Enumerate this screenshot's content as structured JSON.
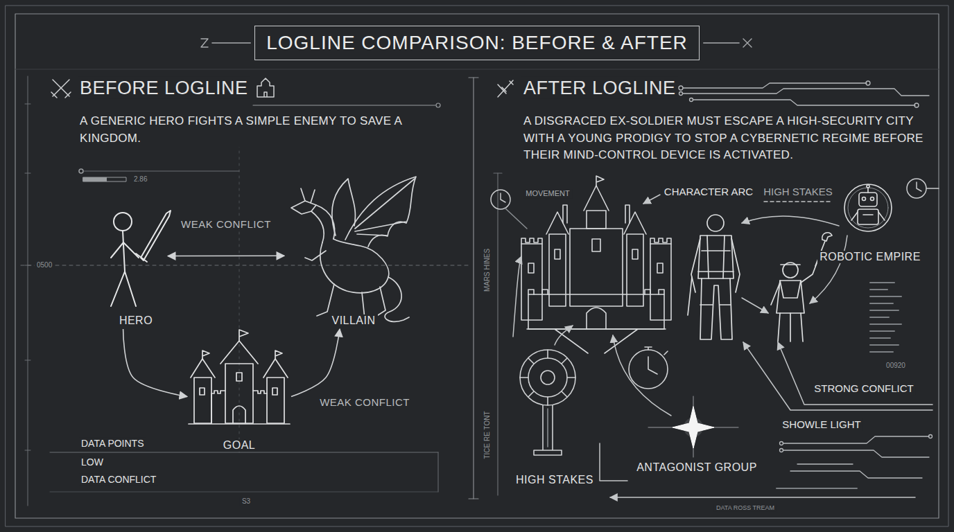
{
  "diagram": {
    "title": "LOGLINE COMPARISON: BEFORE & AFTER",
    "nodes": [
      {
        "text": [
          "HERO"
        ]
      },
      {
        "text": [
          "VILLAIN"
        ]
      },
      {
        "text": [
          "GOAL"
        ]
      },
      {
        "text": [
          "ROBOTIC EMPIRE"
        ]
      },
      {
        "text": [
          "ANTAGONIST GROUP"
        ]
      },
      {
        "text": [
          "HIGH STAKES"
        ]
      }
    ],
    "edges": [
      {
        "from": 0,
        "to": 1,
        "arrow": "both",
        "label": "WEAK CONFLICT"
      },
      {
        "from": 0,
        "to": 2,
        "arrow": "to"
      },
      {
        "from": 2,
        "to": 1,
        "arrow": "to",
        "label": "WEAK CONFLICT"
      }
    ],
    "labels": [
      "BEFORE LOGLINE",
      "A GENERIC HERO FIGHTS A SIMPLE ENEMY TO SAVE A KINGDOM.",
      "AFTER LOGLINE",
      "A DISGRACED EX-SOLDIER MUST ESCAPE A HIGH-SECURITY CITY WITH A YOUNG PRODIGY TO STOP A CYBERNETIC REGIME BEFORE THEIR MIND-CONTROL DEVICE IS ACTIVATED.",
      "DATA POINTS",
      "LOW",
      "DATA CONFLICT",
      "2.86",
      "0500",
      "S3",
      "MOVEMENT",
      "CHARACTER ARC",
      "HIGH STAKES",
      "STRONG CONFLICT",
      "SHOWLE LIGHT",
      "DATA ROSS TREAM",
      "MARS HINES",
      "TICE RE TONT",
      "00920"
    ]
  }
}
